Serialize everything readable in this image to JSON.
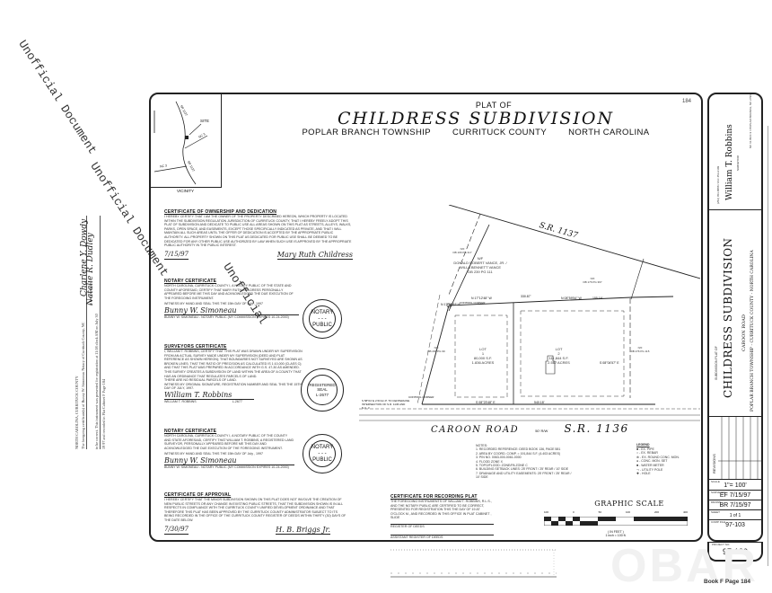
{
  "watermarks": [
    "Unofficial Document",
    "Unofficial Document",
    "Unofficial"
  ],
  "header": {
    "plat_of": "PLAT OF",
    "title": "CHILDRESS SUBDIVISION",
    "subtitle_township": "POPLAR BRANCH TOWNSHIP",
    "subtitle_county": "CURRITUCK COUNTY",
    "subtitle_state": "NORTH CAROLINA",
    "corner_mark": "184"
  },
  "vicinity_map": {
    "label": "VICINITY",
    "site_label": "SITE",
    "roads": [
      "SR 1137",
      "SR 1137",
      "SR 1137",
      "NC 3",
      "NC 3"
    ]
  },
  "certificates": {
    "ownership": {
      "title": "CERTIFICATE OF OWNERSHIP AND DEDICATION",
      "body": "I HEREBY CERTIFY THAT I AM THE OWNER OF THE PROPERTY DESCRIBED HEREON, WHICH PROPERTY IS LOCATED WITHIN THE SUBDIVISION REGULATION JURISDICTION OF CURRITUCK COUNTY, THAT I HEREBY FREELY ADOPT THIS PLAT OF SUBDIVISION AND DEDICATE TO PUBLIC USE ALL AREAS SHOWN ON THIS PLAT AS STREETS, ALLEYS, WALKS, PARKS, OPEN SPACE, AND EASEMENTS, EXCEPT THOSE SPECIFICALLY INDICATED AS PRIVATE, AND THAT I WILL MAINTAIN ALL SUCH AREAS UNTIL THE OFFER OF DEDICATION IS ACCEPTED BY THE APPROPRIATE PUBLIC AUTHORITY. ALL PROPERTY SHOWN ON THIS PLAT AS DEDICATED FOR PUBLIC USE SHALL BE DEEMED TO BE DEDICATED FOR ANY OTHER PUBLIC USE AUTHORIZED BY LAW WHEN SUCH USE IS APPROVED BY THE APPROPRIATE PUBLIC AUTHORITY IN THE PUBLIC INTEREST.",
      "date": "7/15/97",
      "date_label": "DATE",
      "signature": "Mary Ruth Childress",
      "signer_label": "OWNER"
    },
    "notary1": {
      "title": "NOTARY CERTIFICATE",
      "body": "NORTH CAROLINA, CURRITUCK COUNTY I, A NOTARY PUBLIC OF THE STATE AND COUNTY AFORESAID, CERTIFY THAT MARY RUTH CHILDRESS PERSONALLY APPEARED BEFORE ME THIS DAY AND ACKNOWLEDGED THE DUE EXECUTION OF THE FOREGOING INSTRUMENT.",
      "witness": "WITNESS MY HAND AND SEAL THIS THE 15th DAY OF July , 1997",
      "signature": "Bunny W. Simoneau",
      "commission": "BUNNY W. SIMONEAU - NOTARY PUBLIC (MY COMMISSION EXPIRES 10-24-2000)"
    },
    "surveyor": {
      "title": "SURVEYORS CERTIFICATE",
      "body": "I, WILLIAM T. ROBBINS, CERTIFY THAT THIS PLAT WAS DRAWN UNDER MY SUPERVISION FROM AN ACTUAL SURVEY MADE UNDER MY SUPERVISION (DEED AND PLAT REFERENCE AS SHOWN HEREON); THAT BOUNDARIES NOT SURVEYED ARE SHOWN AS BROKEN LINES; THAT THE RATIO OF PRECISION AS CALCULATED IS 1:10,000 (CLASS C); AND THAT THIS PLAT WAS PREPARED IN ACCORDANCE WITH G.S. 47-30 AS AMENDED.",
      "body2": "THIS SURVEY CREATES A SUBDIVISION OF LAND WITHIN THE AREA OF A COUNTY THAT HAS AN ORDINANCE THAT REGULATES PARCELS OF LAND.",
      "body3": "THERE ARE NO RESIDUAL PARCELS OF LAND.",
      "witness": "WITNESS MY ORIGINAL SIGNATURE, REGISTRATION NUMBER AND SEAL THIS THE 15TH DAY OF JULY, 1997.",
      "signature": "William T. Robbins",
      "name": "WILLIAM T. ROBBINS",
      "reg": "L-2677"
    },
    "notary2": {
      "title": "NOTARY CERTIFICATE",
      "body": "NORTH CAROLINA, CURRITUCK COUNTY I, A NOTARY PUBLIC OF THE COUNTY AND STATE AFORESAID, CERTIFY THAT WILLIAM T. ROBBINS, A REGISTERED LAND SURVEYOR, PERSONALLY APPEARED BEFORE ME THIS DAY AND ACKNOWLEDGED THE DUE EXECUTION OF THE FOREGOING INSTRUMENT.",
      "witness": "WITNESS MY HAND AND SEAL THIS THE 15th DAY OF July , 1997",
      "signature": "Bunny W. Simoneau",
      "commission": "BUNNY W. SIMONEAU - NOTARY PUBLIC (MY COMMISSION EXPIRES 10-24-2000)"
    },
    "approval": {
      "title": "CERTIFICATE OF APPROVAL",
      "body": "I HEREBY CERTIFY THAT THE MINOR SUBDIVISION SHOWN ON THIS PLAT DOES NOT INVOLVE THE CREATION OF NEW PUBLIC STREETS OR ANY CHANGE IN EXISTING PUBLIC STREETS, THAT THE SUBDIVISION SHOWN IS IN ALL RESPECTS IN COMPLIANCE WITH THE CURRITUCK COUNTY UNIFIED DEVELOPMENT ORDINANCE AND THAT THEREFORE THIS PLAT HAS BEEN APPROVED BY THE CURRITUCK COUNTY ADMINISTRATOR SUBJECT TO ITS BEING RECORDED IN THE OFFICE OF THE CURRITUCK COUNTY REGISTER OF DEEDS WITHIN THIRTY (30) DAYS OF THE DATE BELOW.",
      "date": "7/30/97",
      "date_label": "DATE",
      "signature": "H. B. Briggs Jr.",
      "signer_label": "ADMINISTRATOR"
    },
    "recording": {
      "title": "CERTIFICATE FOR RECORDING PLAT",
      "body": "THE FOREGOING INSTRUMENTS OF WILLIAM T. ROBBINS, R.L.S., AND THE NOTARY PUBLIC ARE CERTIFIED TO BE CORRECT, PRESENTED FOR REGISTRATION THIS THE DAY OF 19 AT O'CLOCK M., AND RECORDED IN THIS OFFICE IN PLAT CABINET , SLIDE",
      "register": "REGISTER OF DEEDS",
      "assistant": "ASSISTANT REGISTER OF DEEDS"
    }
  },
  "seals": [
    {
      "outer": "BUNNY W. SIMONEAU",
      "inner": [
        "NOTARY",
        "- - -",
        "PUBLIC"
      ],
      "bottom": "CURRITUCK COUNTY, NC"
    },
    {
      "outer": "NORTH CAROLINA",
      "inner": [
        "REGISTERED",
        "SEAL",
        "L-2677",
        "LAND SURVEYOR"
      ],
      "bottom": "WILLIAM T. ROBBINS"
    },
    {
      "outer": "BUNNY W. SIMONEAU",
      "inner": [
        "NOTARY",
        "- - -",
        "PUBLIC"
      ],
      "bottom": "CURRITUCK COUNTY, NC"
    }
  ],
  "plat": {
    "road_north": "S.R. 1137",
    "road_south_name": "CAROON ROAD",
    "road_south_row": "50' R/W",
    "road_south_sr": "S.R. 1136",
    "lots": [
      {
        "label": "LOT",
        "number": "1",
        "area": "80,000 S.F.",
        "acres": "1.836 ACRES"
      },
      {
        "label": "LOT",
        "number": "2",
        "area": "111,844 S.F.",
        "acres": "2.567 ACRES"
      }
    ],
    "adjoiners": [
      {
        "label": "N/F",
        "name": "EDWARD G. WILLIAMS / JEAN G. WILLIAMS",
        "ref": "DB 196 PG 317"
      },
      {
        "label": "N/F",
        "name": "DONALD ROBERT VANCE, JR. / WILLA BENNETT VANCE",
        "ref": "DB 239 PG 111"
      },
      {
        "label": "N/F",
        "name": "NED PAXSON / NORA PAXSON",
        "ref": "DB 176 PG 397"
      },
      {
        "label": "N/F",
        "name": "LARRY G. WILLIAMS",
        "ref": "DB 296 PG 99"
      },
      {
        "label": "N/F",
        "name": "BRUCE T. EVANS / LINDA W. EVANS",
        "ref": "DB 276 PG 115"
      }
    ],
    "bearings": [
      "N 17°12'48\" W",
      "N 08°59'54\" W",
      "S 08°23'48\" E",
      "N 17°05'57\" E",
      "S 08°04'57\" E"
    ],
    "distances": [
      "330.87'",
      "155.16'",
      "540.18'",
      "9.79'",
      "18.00'"
    ],
    "control_labels": [
      "CONTROL CORNER",
      "CONTROL CORNER"
    ],
    "tie_note": "S 58°04' E 2.53 E.I.P. TO CENTERLINE INTERSECTION OF S.R. 1136 AND N.C. 3"
  },
  "notes": {
    "title": "NOTES:",
    "items": [
      "1. RECORDED REFERENCE: DEED BOOK 136, PAGE 581",
      "2. AREA BY COORD. COMP. = 191,844 S.F. (4.403 ACRES)",
      "3. PIN NO. 0063-000-0061-0000",
      "4. FLOOD ZONE X",
      "5. TOPO/FLOOD: ZONE/PA ZONE C",
      "6. BUILDING SETBACK LINES: 25' FRONT / 25' REAR / 10' SIDE",
      "7. DRAINAGE AND UTILITY EASEMENTS: 25' FRONT / 25' REAR / 10' SIDE"
    ]
  },
  "legend": {
    "title": "LEGEND",
    "items": [
      "■ - EX. PIPE",
      "○ - EX. REBAR",
      "⊕ - EX. ROUND CONC. MON.",
      "● - CONC. MON. SET",
      "■ - WATER METER",
      "⊸ - UTILITY POLE",
      "✚ - HOLE"
    ]
  },
  "graphic_scale": {
    "title": "GRAPHIC SCALE",
    "ticks": [
      "100",
      "0",
      "50",
      "100",
      "200",
      "400"
    ],
    "unit": "( IN FEET )",
    "ratio": "1 inch = 100 ft."
  },
  "title_block": {
    "surveyor_name": "William T. Robbins",
    "surveyor_role": "SURVEYOR",
    "surveyor_address": "NC 61 BOX 9 / POPLAR BRANCH, NC 27965",
    "surveyor_phone": "(252) 453-8888 / FAX 453-2109",
    "plat_type": "SUBDIVISION PLAT OF",
    "project_title": "CHILDRESS SUBDIVISION",
    "road": "CAROON ROAD",
    "location": "POPLAR BRANCH TOWNSHIP - CURRITUCK COUNTY - NORTH CAROLINA",
    "revisions_label": "REVISIONS",
    "scale_label": "SCALE",
    "scale": "1\"= 100'",
    "surveyed_label": "SURVEYED",
    "surveyed": "EF 7/15/97",
    "drawn_label": "DRAWN",
    "drawn": "BR 7/15/97",
    "sheet_label": "SHEET",
    "sheet": "1  of  1",
    "comp_file_label": "COMP FILE",
    "comp_file": "97-103",
    "project_no_label": "PROJECT NO.",
    "project_no": "97-130"
  },
  "registry_stamp": {
    "lines": [
      "NORTH CAROLINA, CURRITUCK COUNTY",
      "The foregoing certificate(s) of Bunny W. Simoneau Notary of Currituck County, NC",
      "is (are) certified",
      "to be correct. This instrument was presented for registration at 11:58 clock AM on July 30",
      "19 97 and recorded in Plat Cabinet F Page 184"
    ],
    "register_signature": "Charlene Y. Dowdy",
    "register_title": "Register of Deeds",
    "deputy_signature": "Natalie R. Dudley",
    "deputy_title": "Deputy Register of Deeds"
  },
  "footer": {
    "book_page": "Book F Page 184",
    "logo_watermark": "OBAR"
  }
}
